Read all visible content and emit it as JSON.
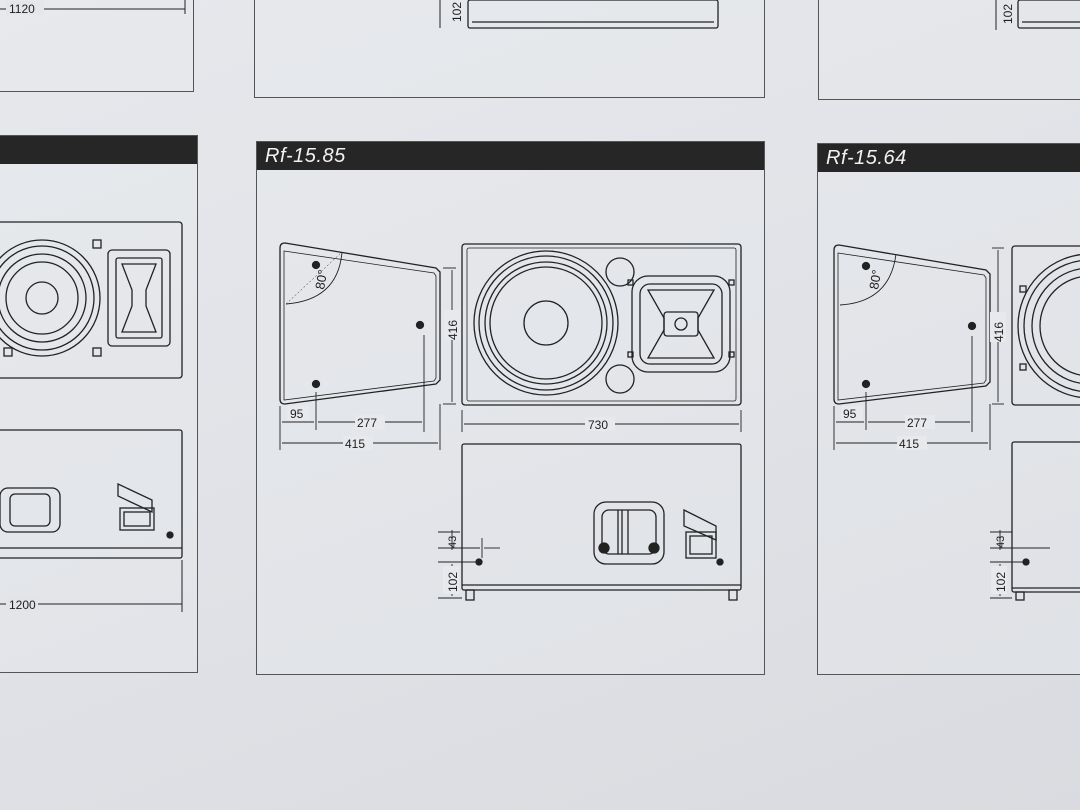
{
  "panels": {
    "center": {
      "title": "Rf-15.85"
    },
    "right": {
      "title": "Rf-15.64"
    }
  },
  "dimensions": {
    "top_left_width": "1120",
    "left_width": "1200",
    "angle": "80°",
    "side_height": "416",
    "side_offset": "95",
    "side_inner": "277",
    "side_depth": "415",
    "front_width": "730",
    "mount_offset": "43",
    "mount_height": "102"
  }
}
